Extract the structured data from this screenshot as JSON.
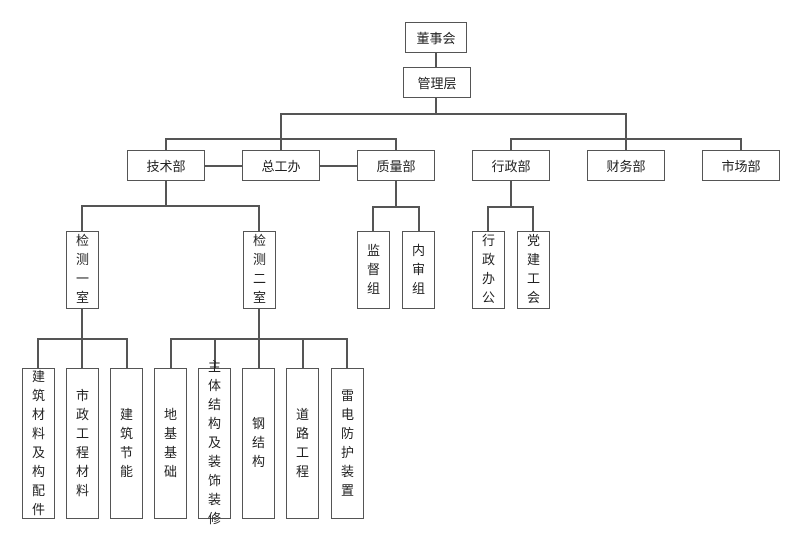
{
  "chart": {
    "root": "董事会",
    "management": "管理层",
    "departments": [
      {
        "id": "tech",
        "label": "技术部"
      },
      {
        "id": "chief-engineer",
        "label": "总工办"
      },
      {
        "id": "quality",
        "label": "质量部"
      },
      {
        "id": "admin",
        "label": "行政部"
      },
      {
        "id": "finance",
        "label": "财务部"
      },
      {
        "id": "market",
        "label": "市场部"
      }
    ],
    "tech_subunits": [
      "检测一室",
      "检测二室"
    ],
    "quality_subunits": [
      "监督组",
      "内审组"
    ],
    "admin_subunits": [
      "行政办公",
      "党建工会"
    ],
    "lab1_units": [
      "建筑材料及构配件",
      "市政工程材料",
      "建筑节能"
    ],
    "lab2_units": [
      "地基基础",
      "主体结构及装饰装修",
      "钢结构",
      "道路工程",
      "雷电防护装置"
    ]
  }
}
